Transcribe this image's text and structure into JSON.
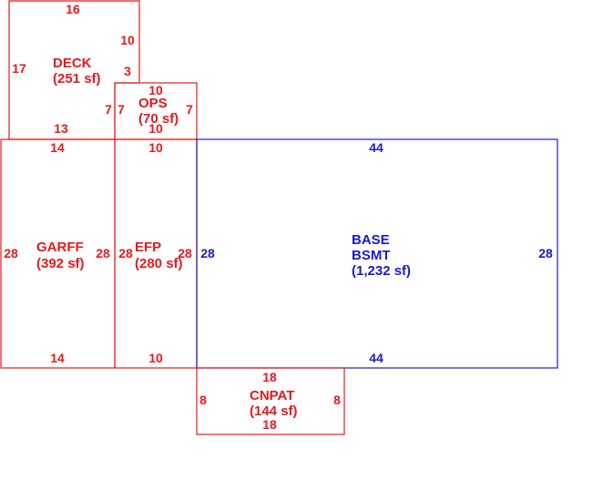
{
  "colors": {
    "red": "#e8191c",
    "blue": "#1a1acc"
  },
  "areas": {
    "deck": {
      "name": "DECK",
      "area": "(251 sf)",
      "dims": {
        "top": "16",
        "left": "17",
        "right_upper": "10",
        "right_mid": "3",
        "right_lower": "7",
        "bottom": "13"
      }
    },
    "ops": {
      "name": "OPS",
      "area": "(70 sf)",
      "dims": {
        "top": "10",
        "left": "7",
        "right": "7",
        "bottom": "10"
      }
    },
    "garff": {
      "name": "GARFF",
      "area": "(392 sf)",
      "dims": {
        "top": "14",
        "left": "28",
        "right": "28",
        "bottom": "14"
      }
    },
    "efp": {
      "name": "EFP",
      "area": "(280 sf)",
      "dims": {
        "top": "10",
        "left": "28",
        "right": "28",
        "bottom": "10"
      }
    },
    "base": {
      "name_line1": "BASE",
      "name_line2": "BSMT",
      "area": "(1,232 sf)",
      "dims": {
        "top": "44",
        "left": "28",
        "right": "28",
        "bottom": "44"
      }
    },
    "cnpat": {
      "name": "CNPAT",
      "area": "(144 sf)",
      "dims": {
        "top": "18",
        "left": "8",
        "right": "8",
        "bottom": "18"
      }
    }
  }
}
